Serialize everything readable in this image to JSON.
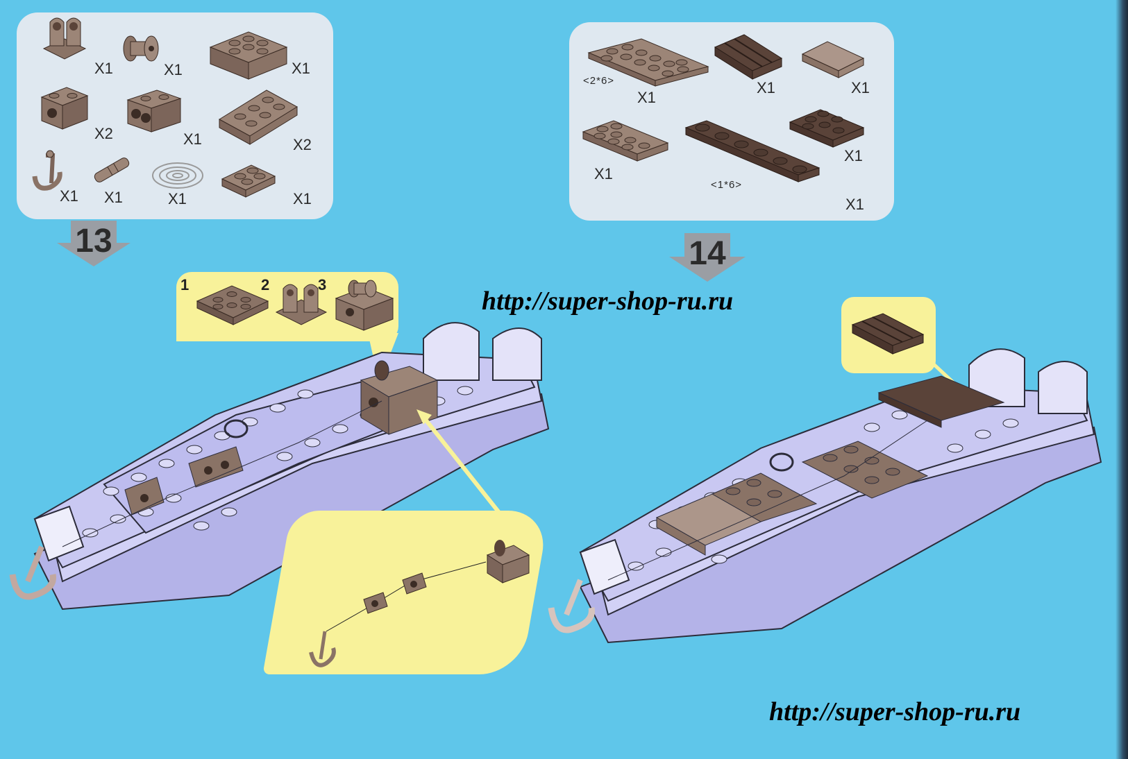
{
  "steps": [
    {
      "number": "13",
      "parts": [
        {
          "name": "bracket-plate",
          "qty": "X1"
        },
        {
          "name": "winch-drum",
          "qty": "X1"
        },
        {
          "name": "brick-2x3",
          "qty": "X1"
        },
        {
          "name": "technic-brick-1x1",
          "qty": "X2"
        },
        {
          "name": "technic-brick-1x2",
          "qty": "X1"
        },
        {
          "name": "plate-2x3",
          "qty": "X2"
        },
        {
          "name": "anchor",
          "qty": "X1"
        },
        {
          "name": "axle-pin",
          "qty": "X1"
        },
        {
          "name": "string",
          "qty": "X1"
        },
        {
          "name": "plate-2x2",
          "qty": "X1"
        }
      ],
      "subassembly_numbers": [
        "1",
        "2",
        "3"
      ]
    },
    {
      "number": "14",
      "parts": [
        {
          "name": "plate-2x6",
          "qty": "X1",
          "size_label": "<2*6>"
        },
        {
          "name": "grille-tile",
          "qty": "X1"
        },
        {
          "name": "tile-2x2",
          "qty": "X1"
        },
        {
          "name": "plate-2x4",
          "qty": "X1"
        },
        {
          "name": "plate-1x6",
          "qty": "X1",
          "size_label": "<1*6>"
        },
        {
          "name": "plate-2x3-dark",
          "qty": "X1"
        }
      ]
    }
  ],
  "watermarks": [
    "http://super-shop-ru.ru",
    "http://super-shop-ru.ru"
  ],
  "colors": {
    "background": "#5fc6ea",
    "panel": "#dfe8f0",
    "callout": "#f8f29a",
    "brick_brown": "#8a7366",
    "brick_dark": "#5a4339",
    "hull": "#c9c8f2"
  }
}
